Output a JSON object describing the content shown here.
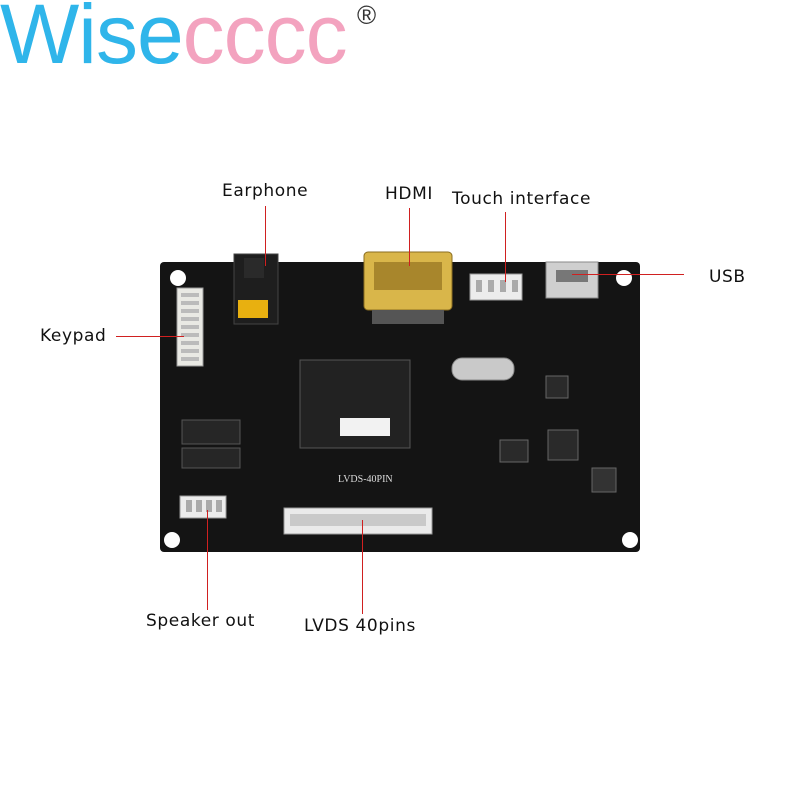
{
  "brand": {
    "part1": "Wise",
    "part2": "cccc",
    "registered": "®"
  },
  "board": {
    "silkscreen": "LVDS-40PIN"
  },
  "callouts": {
    "earphone": "Earphone",
    "hdmi": "HDMI",
    "touch": "Touch interface",
    "usb": "USB",
    "keypad": "Keypad",
    "speaker": "Speaker out",
    "lvds": "LVDS 40pins"
  },
  "colors": {
    "brand_blue": "#2fb5ea",
    "brand_pink": "#f3a3bf",
    "board": "#141414",
    "callout_line": "#d02020"
  }
}
